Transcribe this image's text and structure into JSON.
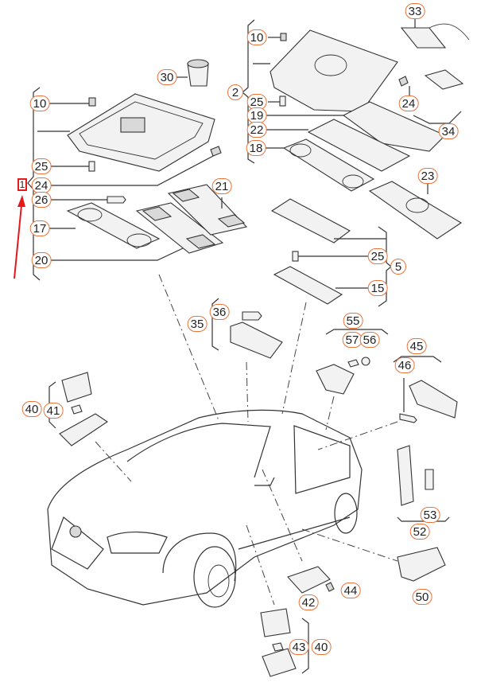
{
  "diagram": {
    "title": "Interior lights parts diagram",
    "highlight": {
      "label": "1",
      "color": "#e5181a"
    },
    "callout_color": "#e8743b",
    "callouts": [
      {
        "id": "c10a",
        "label": "10"
      },
      {
        "id": "c25a",
        "label": "25"
      },
      {
        "id": "c24a",
        "label": "24"
      },
      {
        "id": "c26",
        "label": "26"
      },
      {
        "id": "c17",
        "label": "17"
      },
      {
        "id": "c20",
        "label": "20"
      },
      {
        "id": "c21",
        "label": "21"
      },
      {
        "id": "c30",
        "label": "30"
      },
      {
        "id": "c10b",
        "label": "10"
      },
      {
        "id": "c2",
        "label": "2"
      },
      {
        "id": "c25b",
        "label": "25"
      },
      {
        "id": "c19",
        "label": "19"
      },
      {
        "id": "c22",
        "label": "22"
      },
      {
        "id": "c18",
        "label": "18"
      },
      {
        "id": "c33",
        "label": "33"
      },
      {
        "id": "c24b",
        "label": "24"
      },
      {
        "id": "c34",
        "label": "34"
      },
      {
        "id": "c23",
        "label": "23"
      },
      {
        "id": "c25c",
        "label": "25"
      },
      {
        "id": "c5",
        "label": "5"
      },
      {
        "id": "c15",
        "label": "15"
      },
      {
        "id": "c36",
        "label": "36"
      },
      {
        "id": "c35",
        "label": "35"
      },
      {
        "id": "c55",
        "label": "55"
      },
      {
        "id": "c57",
        "label": "57"
      },
      {
        "id": "c56",
        "label": "56"
      },
      {
        "id": "c45",
        "label": "45"
      },
      {
        "id": "c46",
        "label": "46"
      },
      {
        "id": "c40a",
        "label": "40"
      },
      {
        "id": "c41",
        "label": "41"
      },
      {
        "id": "c53",
        "label": "53"
      },
      {
        "id": "c52",
        "label": "52"
      },
      {
        "id": "c50",
        "label": "50"
      },
      {
        "id": "c42",
        "label": "42"
      },
      {
        "id": "c44",
        "label": "44"
      },
      {
        "id": "c43",
        "label": "43"
      },
      {
        "id": "c40b",
        "label": "40"
      }
    ]
  }
}
